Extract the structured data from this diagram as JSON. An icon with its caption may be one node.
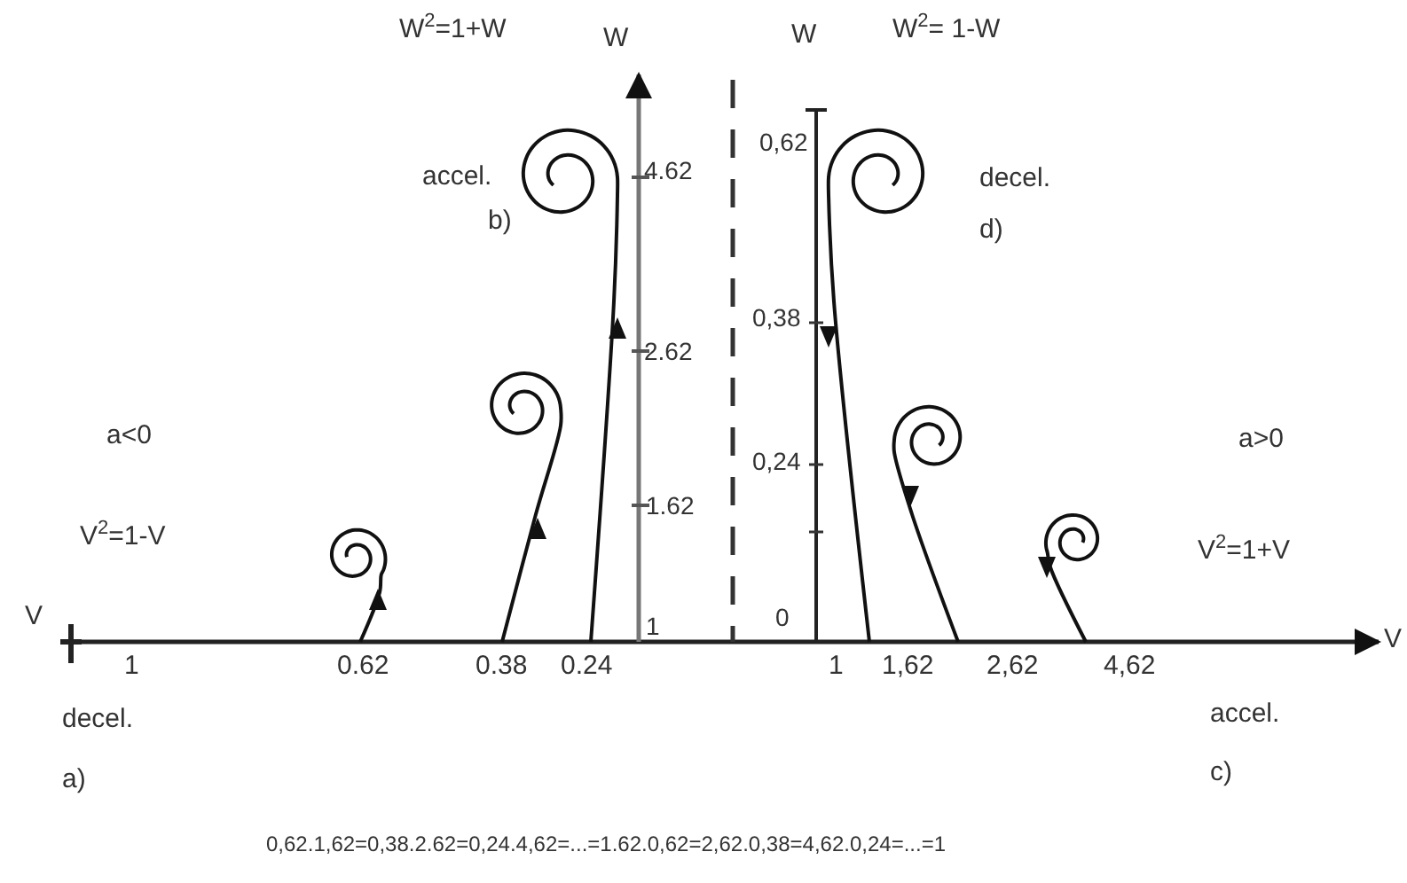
{
  "diagram": {
    "labels": [
      "W$^{2}$=1+W",
      "W",
      "W",
      "W$^{2}$= 1-W",
      "accel.",
      "4.62",
      "0,62",
      "decel.",
      "b)",
      "d)",
      "2.62",
      "0,38",
      "a<0",
      "0,24",
      "a>0",
      "1.62",
      "V$^{2}$=1-V",
      "V$^{2}$=1+V",
      "V",
      "1",
      "0",
      "V",
      "1",
      "0.62",
      "0.38",
      "0.24",
      "1",
      "1,62",
      "2,62",
      "4,62",
      "decel.",
      "accel.",
      "a)",
      "c)",
      "0,62.1,62=0,38.2.62=0,24.4,62=...=1.62.0,62=2,62.0,38=4,62.0,24=...=1"
    ]
  }
}
